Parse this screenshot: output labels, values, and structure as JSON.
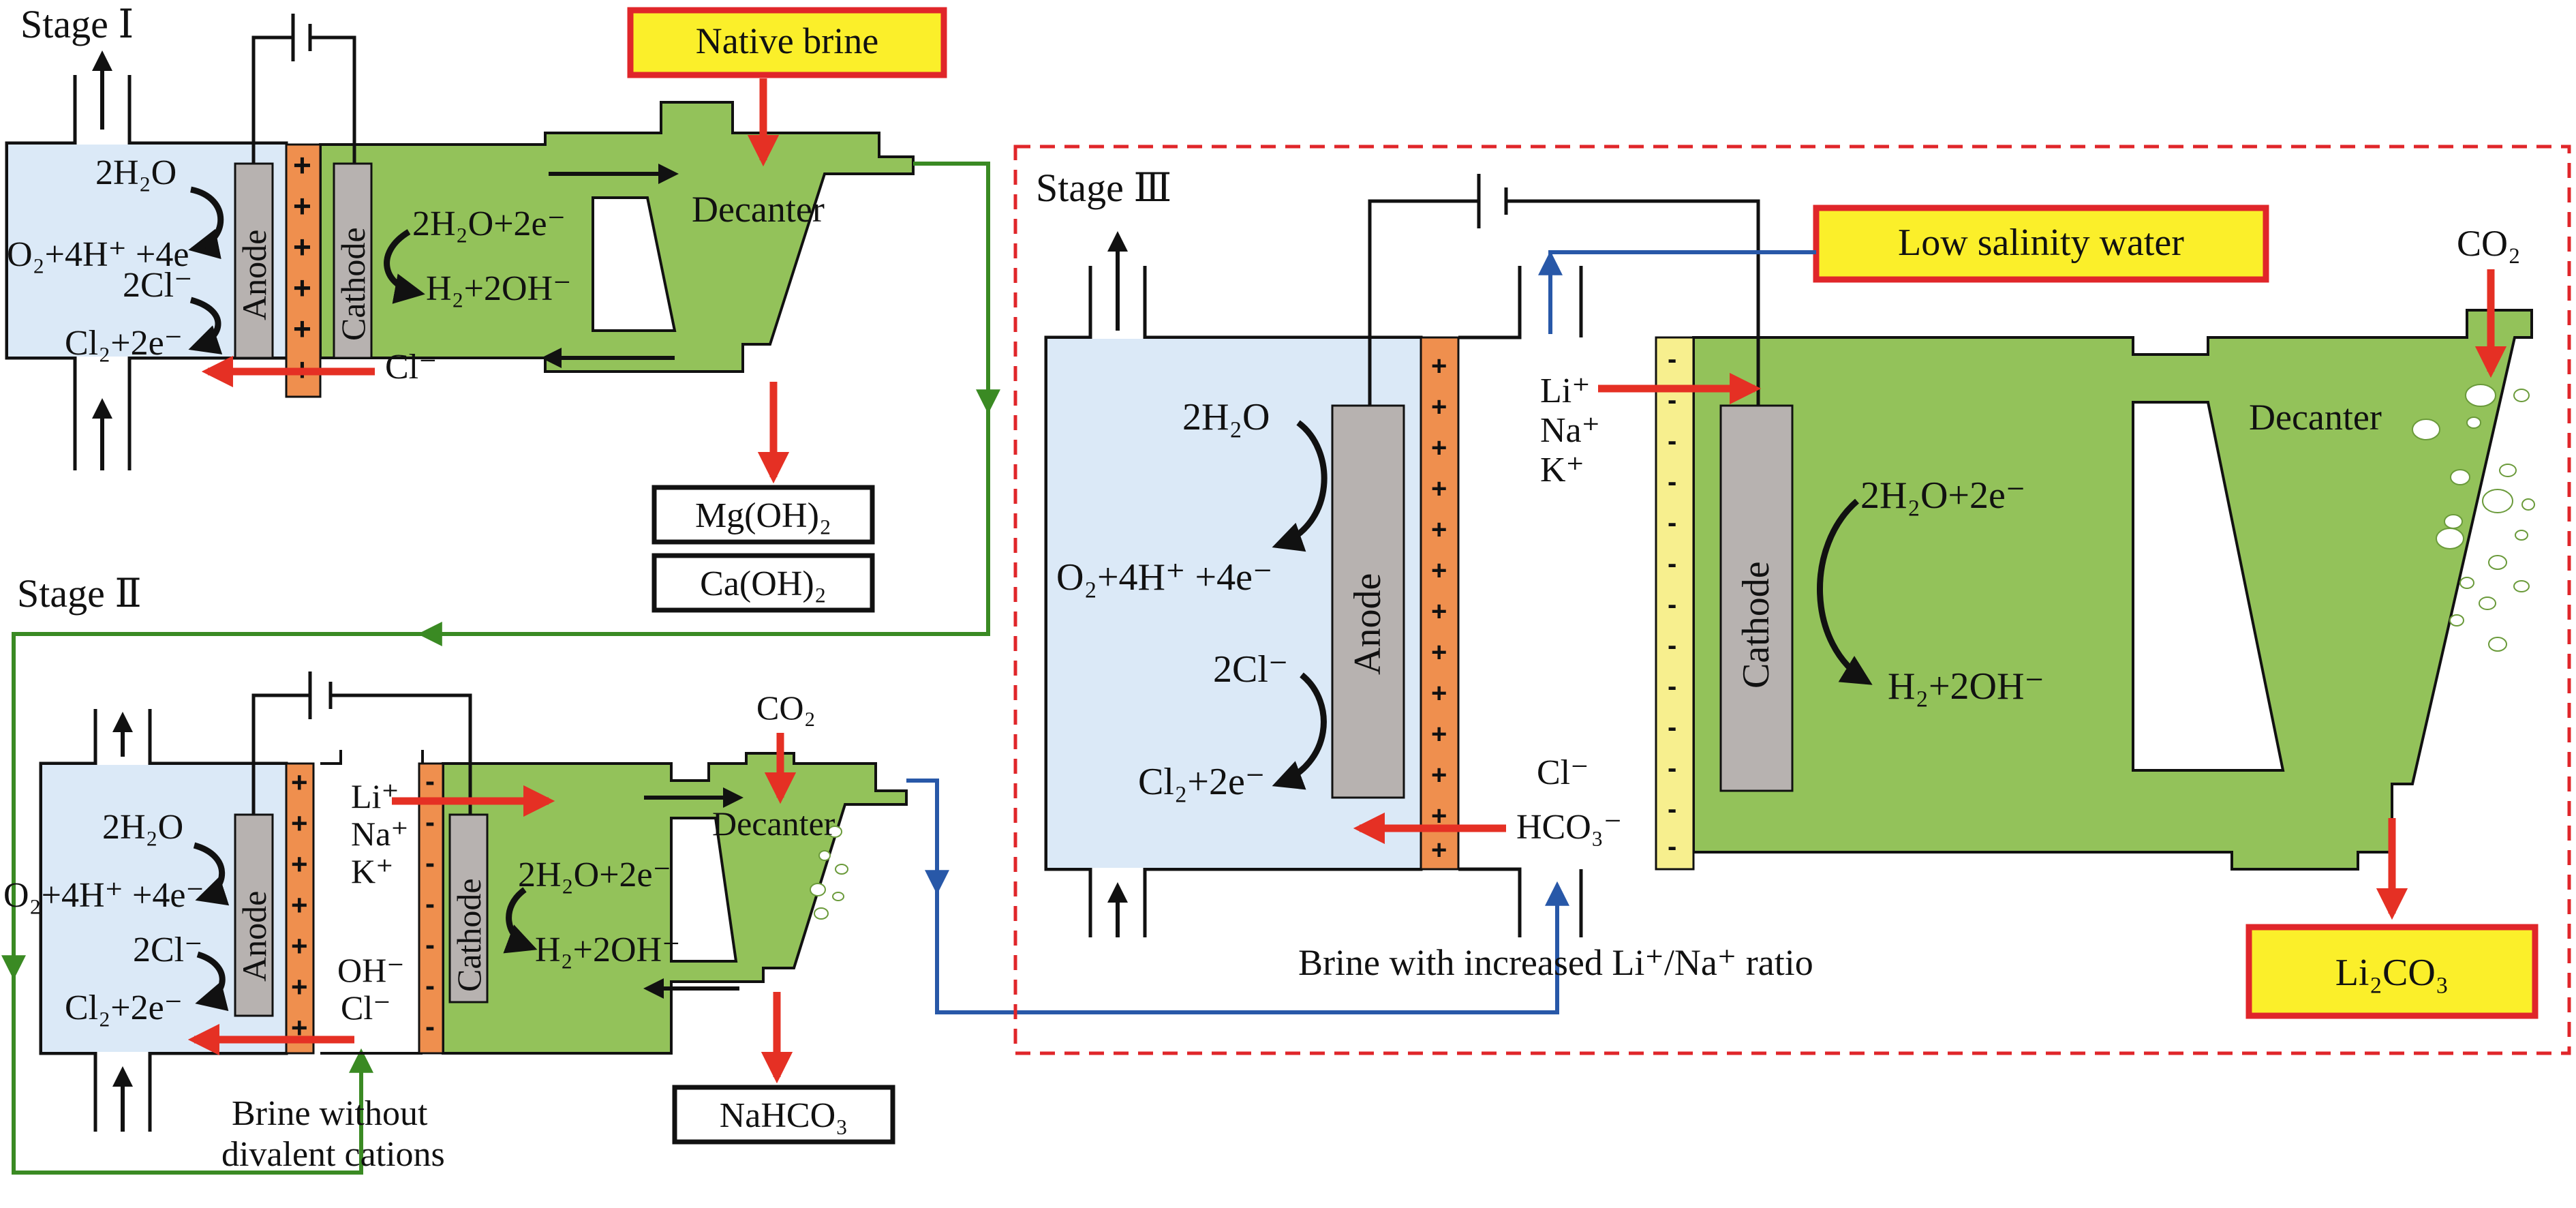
{
  "colors": {
    "anolyte": "#dbe9f7",
    "catholyte": "#93c25a",
    "membrane_anion": "#ef8f4e",
    "membrane_cation": "#f7ef8e",
    "electrode": "#b7b2b0",
    "highlight_box": "#fbef2a",
    "highlight_border": "#e0262a",
    "arrow_red": "#e53024",
    "line_green": "#3a8a23",
    "line_blue": "#2858a8",
    "dashed_border": "#e0262a"
  },
  "stage1": {
    "title": "Stage Ⅰ",
    "input_box": "Native brine",
    "anode": "Anode",
    "cathode": "Cathode",
    "anode_r1_lhs": "2H₂O",
    "anode_r1_rhs": "O₂+4H⁺ +4e⁻",
    "anode_r2_lhs": "2Cl⁻",
    "anode_r2_rhs": "Cl₂+2e⁻",
    "cathode_r_lhs": "2H₂O+2e⁻",
    "cathode_r_rhs": "H₂+2OH⁻",
    "ion": "Cl⁻",
    "decanter": "Decanter",
    "out_1": "Mg(OH)₂",
    "out_2": "Ca(OH)₂"
  },
  "stage2": {
    "title": "Stage Ⅱ",
    "anode": "Anode",
    "cathode": "Cathode",
    "anode_r1_lhs": "2H₂O",
    "anode_r1_rhs": "O₂+4H⁺ +4e⁻",
    "anode_r2_lhs": "2Cl⁻",
    "anode_r2_rhs": "Cl₂+2e⁻",
    "cathode_r_lhs": "2H₂O+2e⁻",
    "cathode_r_rhs": "H₂+2OH⁻",
    "cations": [
      "Li⁺",
      "Na⁺",
      "K⁺"
    ],
    "anions": [
      "OH⁻",
      "Cl⁻"
    ],
    "co2": "CO₂",
    "decanter": "Decanter",
    "out": "NaHCO₃",
    "brine_note_1": "Brine without",
    "brine_note_2": "divalent cations"
  },
  "stage3": {
    "title": "Stage Ⅲ",
    "input_box": "Low salinity water",
    "anode": "Anode",
    "cathode": "Cathode",
    "anode_r1_lhs": "2H₂O",
    "anode_r1_rhs": "O₂+4H⁺ +4e⁻",
    "anode_r2_lhs": "2Cl⁻",
    "anode_r2_rhs": "Cl₂+2e⁻",
    "cathode_r_lhs": "2H₂O+2e⁻",
    "cathode_r_rhs": "H₂+2OH⁻",
    "cations": [
      "Li⁺",
      "Na⁺",
      "K⁺"
    ],
    "anions": [
      "Cl⁻",
      "HCO₃⁻"
    ],
    "co2": "CO₂",
    "decanter": "Decanter",
    "out": "Li₂CO₃",
    "brine_note": "Brine with increased Li⁺/Na⁺ ratio"
  }
}
